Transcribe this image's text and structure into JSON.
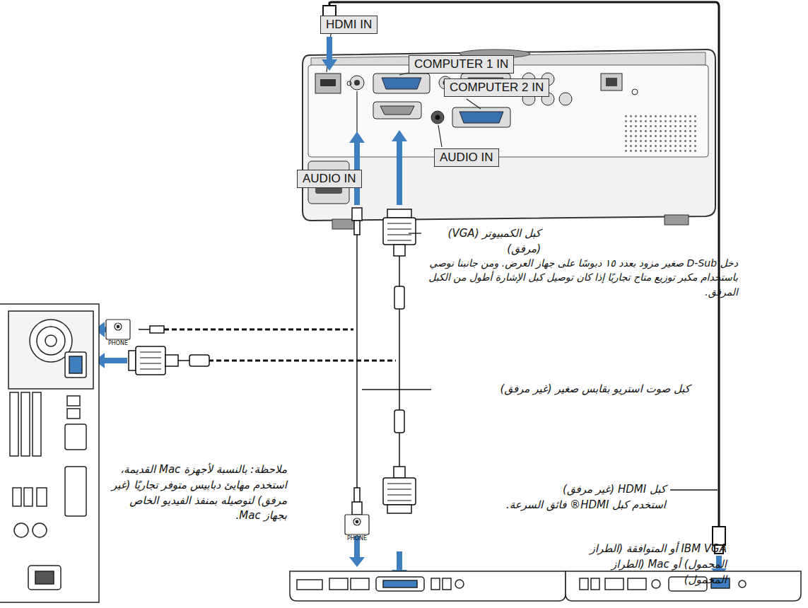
{
  "diagram": {
    "nodes": [
      {
        "text": [
          "HDMI IN"
        ]
      },
      {
        "text": [
          "COMPUTER 1 IN"
        ]
      },
      {
        "text": [
          "COMPUTER 2 IN"
        ]
      },
      {
        "text": [
          "AUDIO IN"
        ]
      },
      {
        "text": [
          "AUDIO IN"
        ]
      }
    ],
    "labels": [
      "كبل الكمبيوتر (VGA) (مرفق)",
      "دخل D-Sub صغير مزود بعدد ١٥ دبوسًا على جهاز العرض. ومن جانبنا نوصي باستخدام مكبر توزيع متاح تجاريًا إذا كان توصيل كبل الإشارة أطول من الكبل المرفق.",
      "كبل صوت استريو بقابس صغير (غير مرفق)",
      "كبل HDMI (غير مرفق)",
      "استخدم كبل HDMI® فائق السرعة.",
      "ملاحظة: بالنسبة لأجهزة Mac القديمة، استخدم مهايئ دبابيس متوفر تجاريًا (غير مرفق) لتوصيله بمنفذ الفيديو الخاص بجهاز Mac.",
      "IBM VGA أو المتوافقة (الطراز المحمول) أو Mac (الطراز المحمول)",
      "PHONE",
      "PHONE"
    ]
  }
}
